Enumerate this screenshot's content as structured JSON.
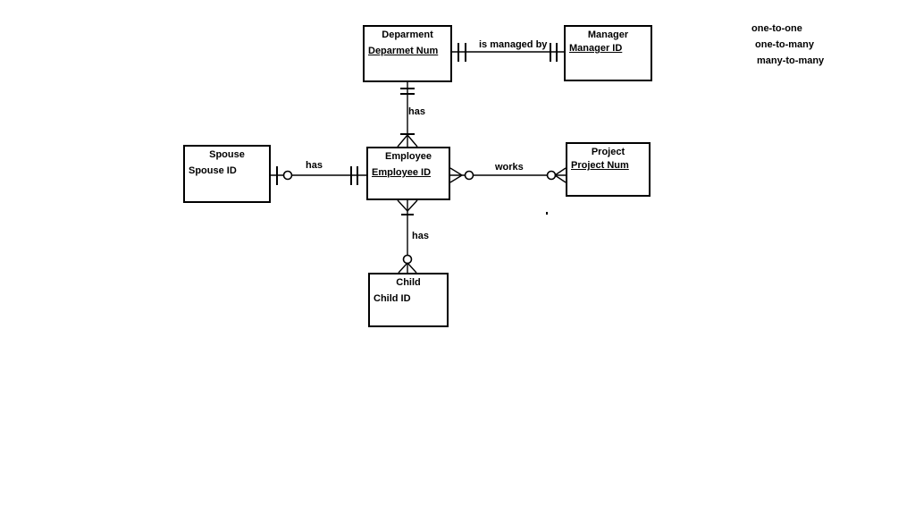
{
  "diagram": {
    "entities": {
      "department": {
        "title": "Deparment",
        "attribute": "Deparmet Num"
      },
      "manager": {
        "title": "Manager",
        "attribute": "Manager ID"
      },
      "spouse": {
        "title": "Spouse",
        "attribute": "Spouse ID"
      },
      "employee": {
        "title": "Employee",
        "attribute": "Employee ID"
      },
      "project": {
        "title": "Project",
        "attribute": "Project Num"
      },
      "child": {
        "title": "Child",
        "attribute": "Child ID"
      }
    },
    "relationships": {
      "department_manager": {
        "label": "is managed by",
        "cardinality": "one-to-one"
      },
      "department_employee": {
        "label": "has",
        "cardinality": "one-to-many"
      },
      "spouse_employee": {
        "label": "has",
        "cardinality": "one-to-one"
      },
      "employee_project": {
        "label": "works",
        "cardinality": "many-to-many"
      },
      "employee_child": {
        "label": "has",
        "cardinality": "one-to-many"
      }
    },
    "legend": {
      "items": [
        "one-to-one",
        "one-to-many",
        "many-to-many"
      ]
    },
    "colors": {
      "line": "#000000",
      "text": "#000000",
      "background": "#ffffff"
    }
  }
}
